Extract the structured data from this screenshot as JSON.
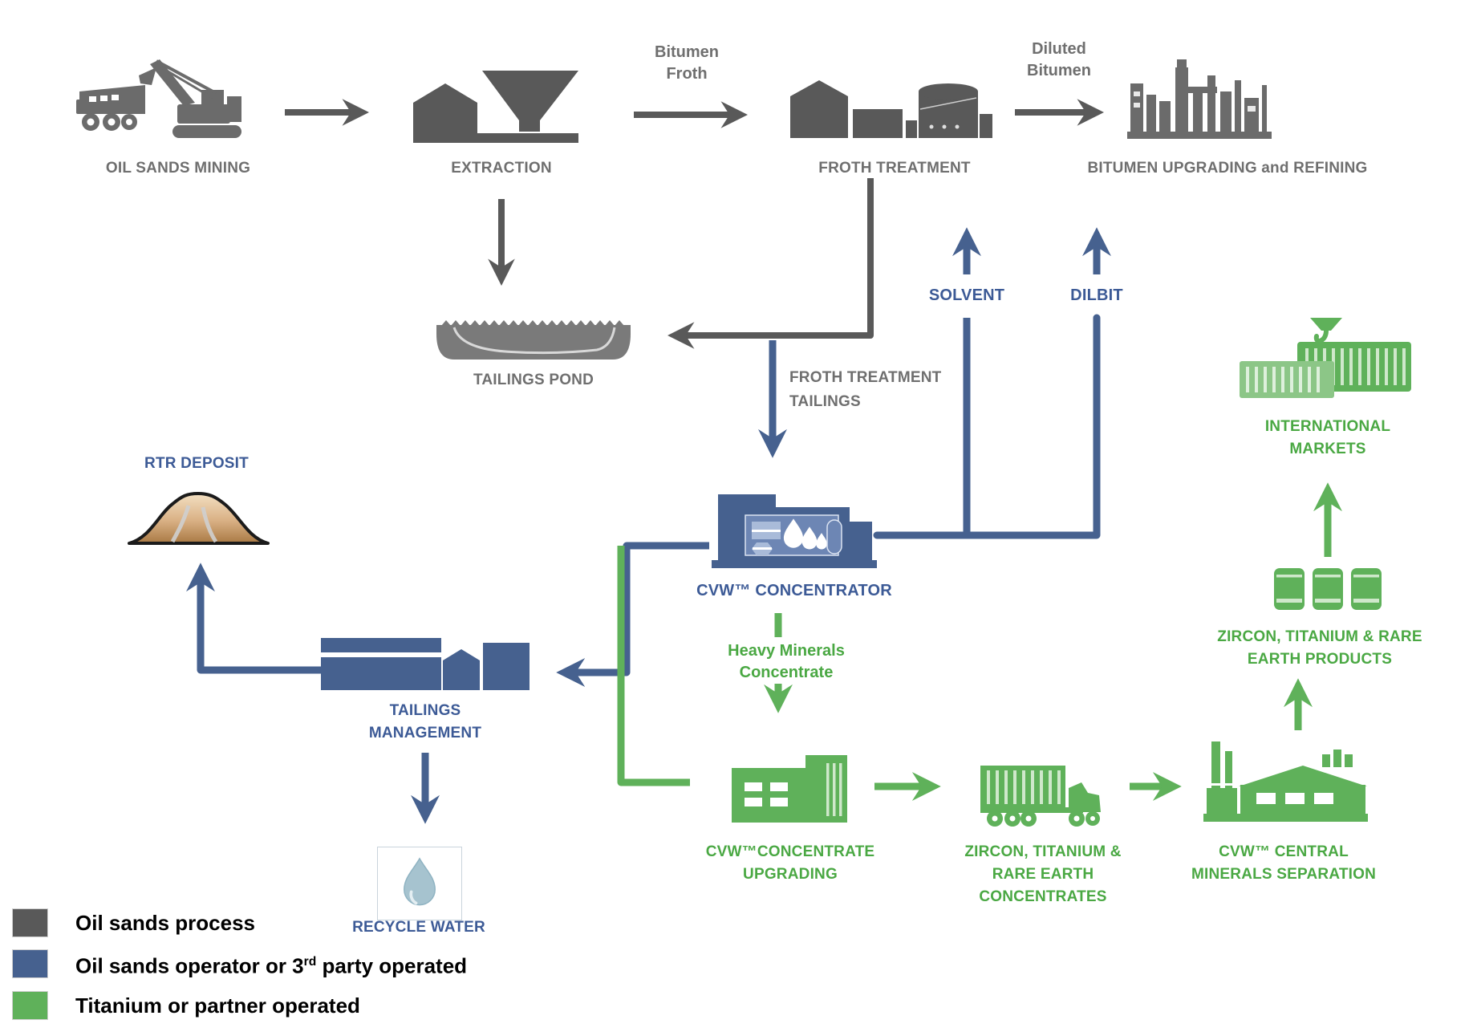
{
  "colors": {
    "process_gray": "#595959",
    "operator_blue": "#46618f",
    "titanium_green": "#5fb15a",
    "gray_text": "#6f6f6f",
    "blue_text": "#3c5a96",
    "green_text": "#4aa843",
    "mound_tan": "#c99a66",
    "water_drop": "#a6c3cf"
  },
  "nodes": {
    "oil_sands_mining": {
      "label": "OIL SANDS MINING"
    },
    "extraction": {
      "label": "EXTRACTION"
    },
    "froth_treatment": {
      "label": "FROTH TREATMENT"
    },
    "bitumen_upgrading": {
      "label": "BITUMEN UPGRADING and REFINING"
    },
    "tailings_pond": {
      "label": "TAILINGS POND"
    },
    "rtr_deposit": {
      "label": "RTR DEPOSIT"
    },
    "tailings_management": {
      "line1": "TAILINGS",
      "line2": "MANAGEMENT"
    },
    "recycle_water": {
      "label": "RECYCLE WATER"
    },
    "cvw_concentrator": {
      "label": "CVW™ CONCENTRATOR"
    },
    "cvw_concentrate_upgrading": {
      "line1": "CVW™CONCENTRATE",
      "line2": "UPGRADING"
    },
    "zircon_concentrates": {
      "line1": "ZIRCON, TITANIUM &",
      "line2": "RARE EARTH",
      "line3": "CONCENTRATES"
    },
    "cvw_central_minerals_separation": {
      "line1": "CVW™ CENTRAL",
      "line2": "MINERALS SEPARATION"
    },
    "zircon_products": {
      "line1": "ZIRCON, TITANIUM & RARE",
      "line2": "EARTH PRODUCTS"
    },
    "international_markets": {
      "line1": "INTERNATIONAL",
      "line2": "MARKETS"
    }
  },
  "flows": {
    "bitumen_froth": {
      "line1": "Bitumen",
      "line2": "Froth"
    },
    "diluted_bitumen": {
      "line1": "Diluted",
      "line2": "Bitumen"
    },
    "froth_treatment_tailings": {
      "line1": "FROTH TREATMENT",
      "line2": "TAILINGS"
    },
    "solvent": {
      "label": "SOLVENT"
    },
    "dilbit": {
      "label": "DILBIT"
    },
    "heavy_minerals_concentrate": {
      "line1": "Heavy Minerals",
      "line2": "Concentrate"
    }
  },
  "legend": {
    "items": [
      {
        "color": "#595959",
        "label": "Oil sands process"
      },
      {
        "color": "#46618f",
        "label_prefix": "Oil sands operator or 3",
        "label_sup": "rd",
        "label_suffix": " party  operated"
      },
      {
        "color": "#5fb15a",
        "label": "Titanium or partner operated"
      }
    ]
  }
}
